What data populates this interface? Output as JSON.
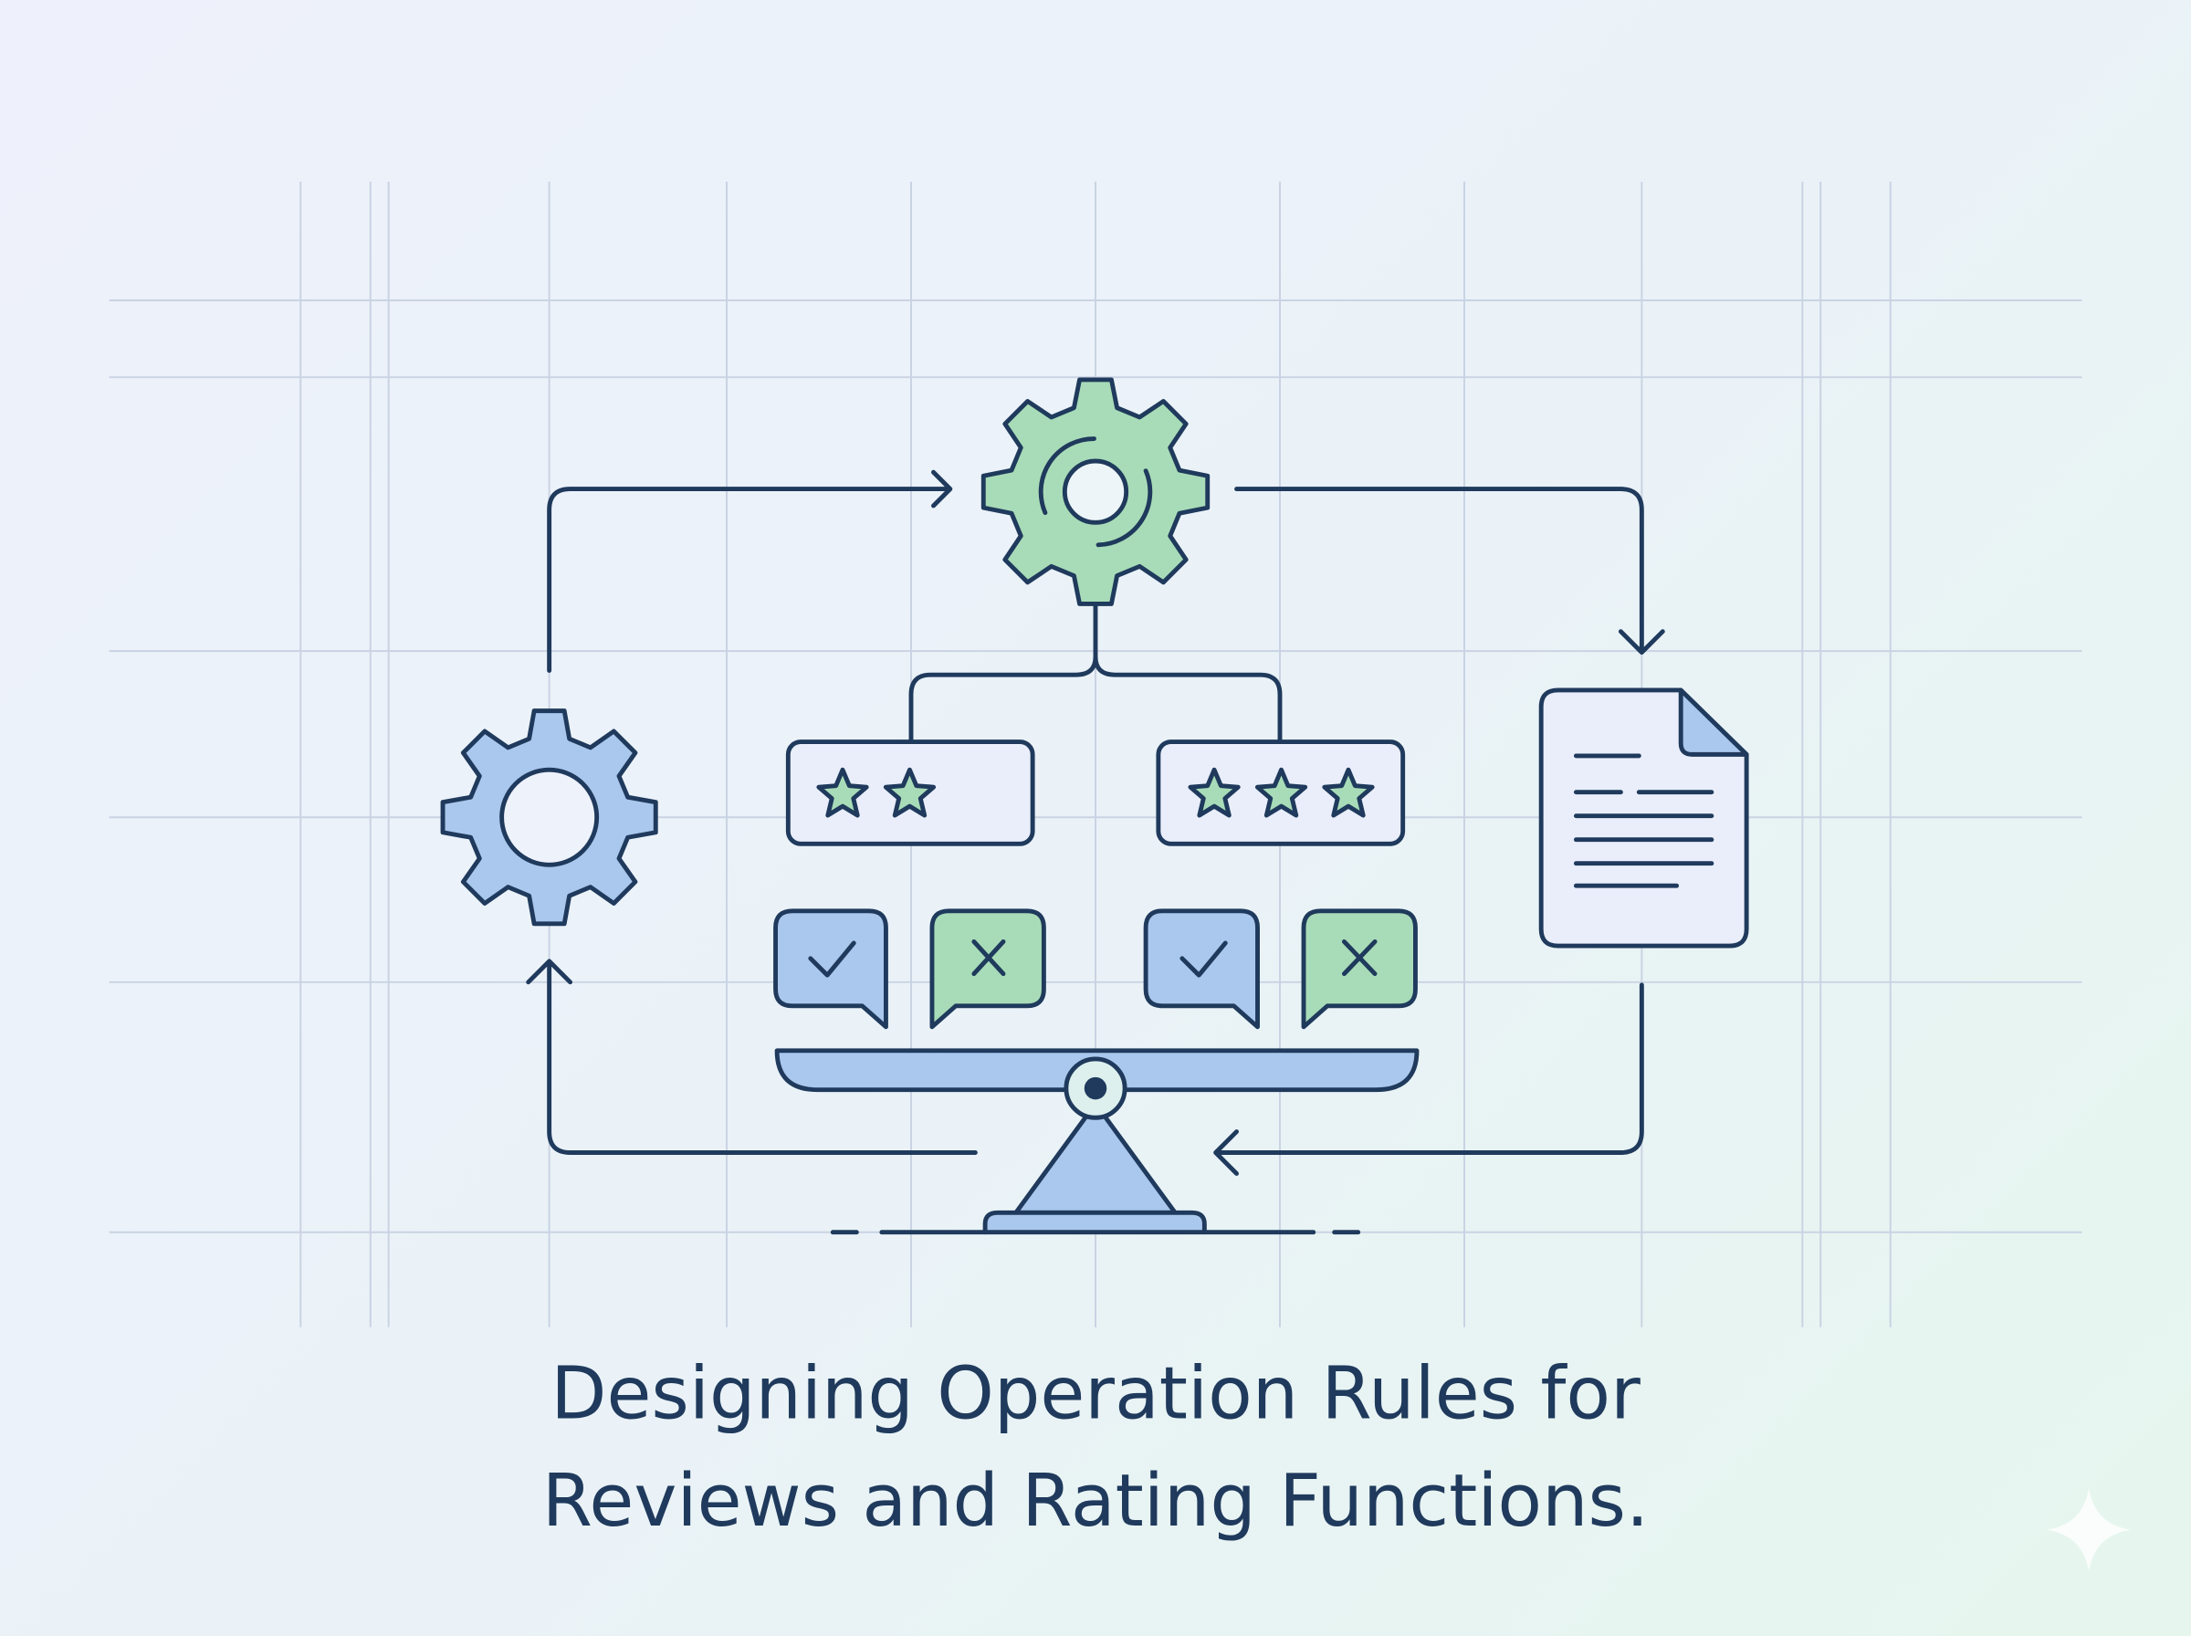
{
  "title": {
    "line1": "Designing Operation Rules for",
    "line2": "Reviews and Rating Functions."
  },
  "ratings": [
    {
      "stars": 2
    },
    {
      "stars": 3
    }
  ],
  "colors": {
    "ink": "#1f3a5c",
    "green": "#a8dcb8",
    "blue": "#aac8ee",
    "panel": "#e9eefa"
  },
  "icons": [
    "gear-icon",
    "star-icon",
    "check-icon",
    "x-icon",
    "document-icon",
    "balance-scale-icon",
    "sparkle-icon"
  ]
}
